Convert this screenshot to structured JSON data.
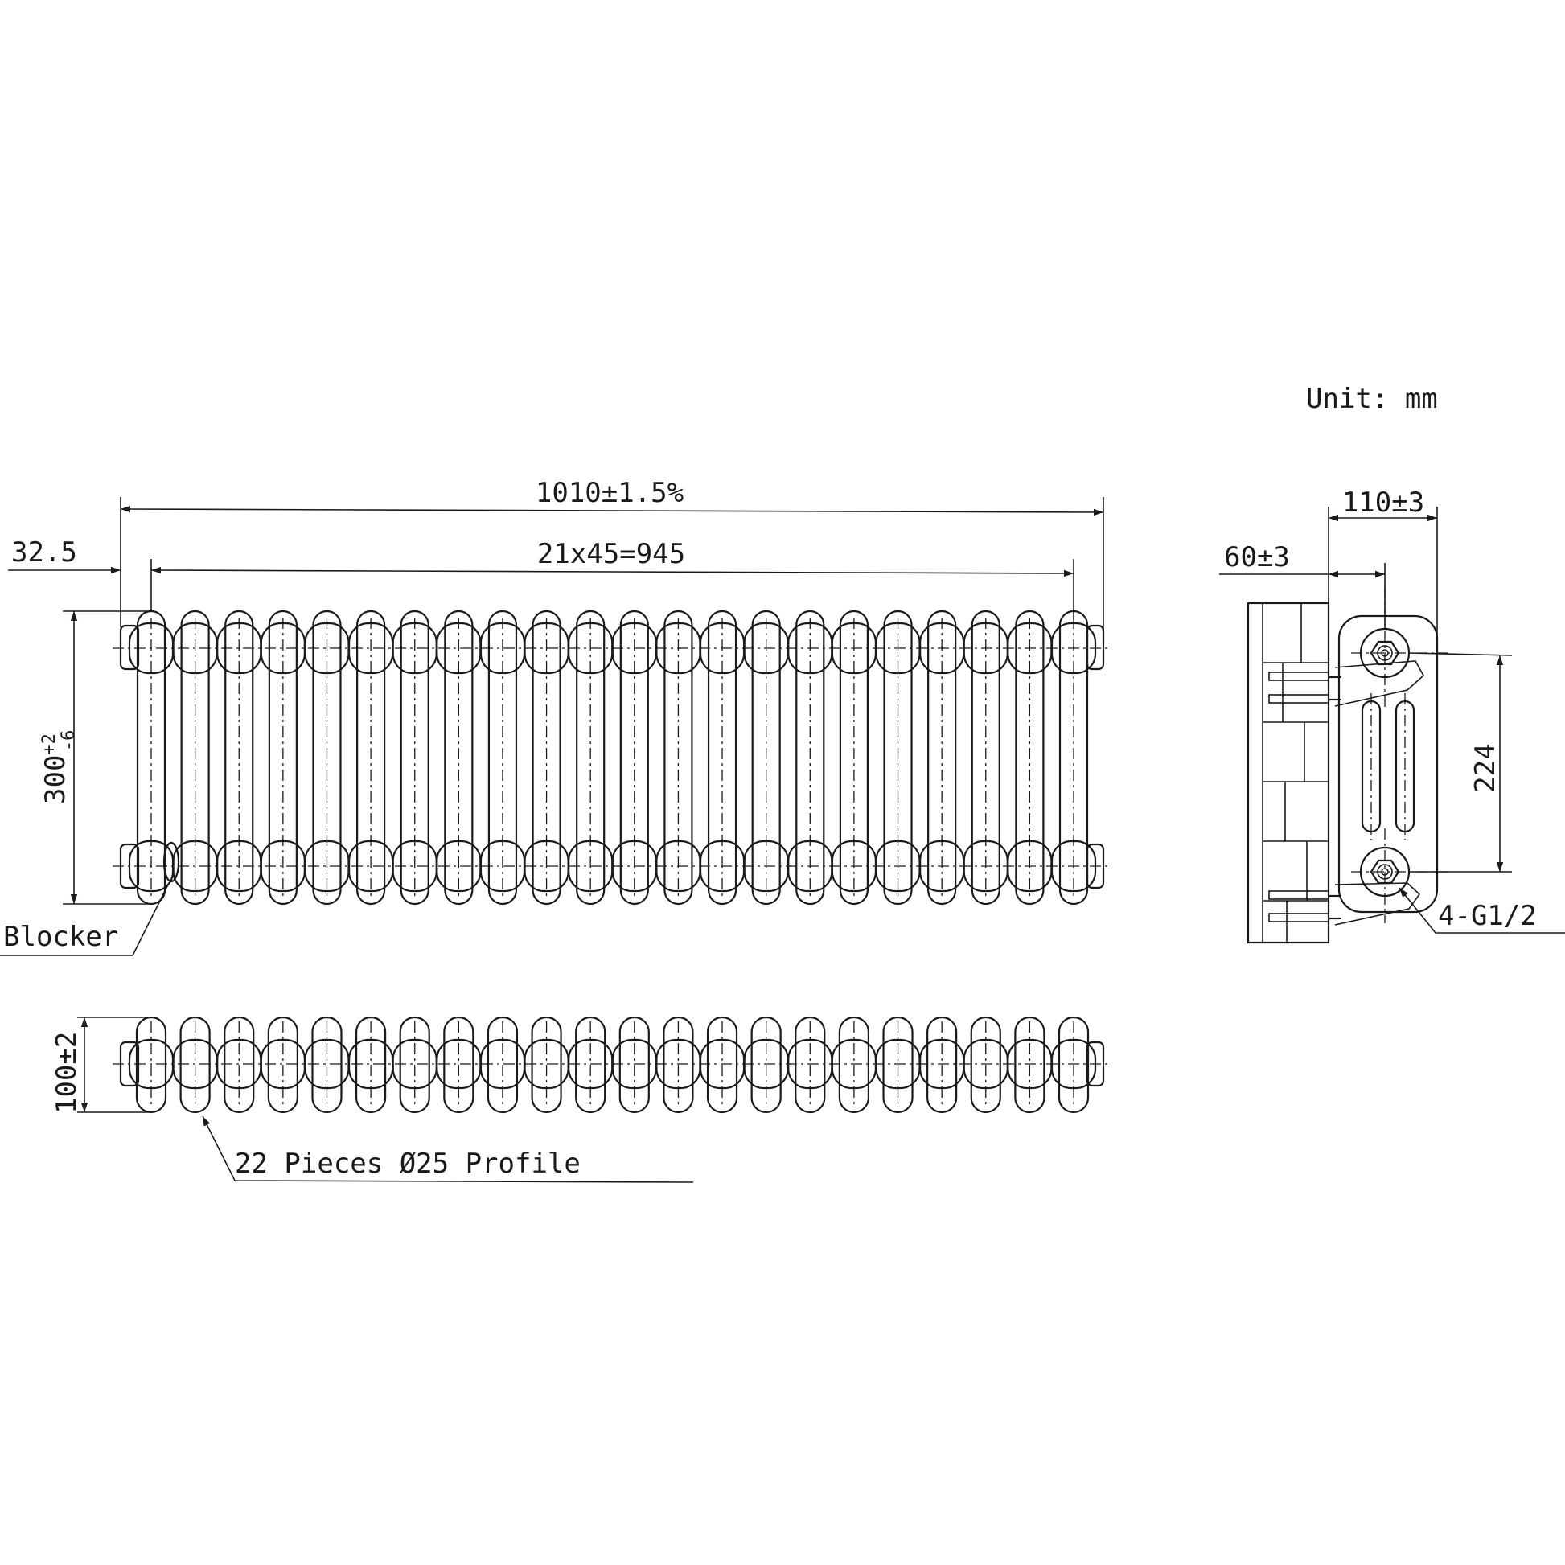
{
  "unit_label": "Unit: mm",
  "dimensions": {
    "overall_length": "1010±1.5%",
    "section_pitch": "21x45=945",
    "end_offset": "32.5",
    "height": "300",
    "height_tol_upper": "+2",
    "height_tol_lower": "-6",
    "depth": "100±2",
    "side_total_depth": "110±3",
    "wall_offset": "60±3",
    "pipe_centres": "224"
  },
  "labels": {
    "blocker": "Blocker",
    "pieces": "22 Pieces Ø25 Profile",
    "connections": "4-G1/2"
  },
  "radiator": {
    "columns": 22
  }
}
